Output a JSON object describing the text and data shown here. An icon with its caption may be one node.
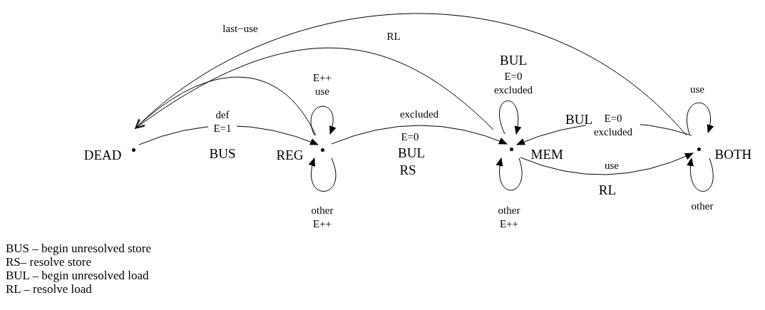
{
  "diagram": {
    "nodes": [
      {
        "text": [
          "DEAD"
        ]
      },
      {
        "text": [
          "REG"
        ]
      },
      {
        "text": [
          "MEM"
        ]
      },
      {
        "text": [
          "BOTH"
        ]
      }
    ],
    "edges": [
      {
        "from": 0,
        "to": 1,
        "arrow": "to",
        "label": "def E=1"
      },
      {
        "from": 1,
        "to": 1,
        "arrow": "to",
        "label": "E++ use"
      },
      {
        "from": 1,
        "to": 1,
        "arrow": "to",
        "label": "other E++"
      },
      {
        "from": 1,
        "to": 0,
        "arrow": "to"
      },
      {
        "from": 1,
        "to": 2,
        "arrow": "to",
        "label": "excluded"
      },
      {
        "from": 2,
        "to": 2,
        "arrow": "to",
        "label": "E=0 excluded"
      },
      {
        "from": 2,
        "to": 2,
        "arrow": "to",
        "label": "other E++"
      },
      {
        "from": 3,
        "to": 2,
        "arrow": "to",
        "label": "E=0 excluded"
      },
      {
        "from": 2,
        "to": 3,
        "arrow": "to",
        "label": "use"
      },
      {
        "from": 3,
        "to": 3,
        "arrow": "to",
        "label": "use"
      },
      {
        "from": 3,
        "to": 3,
        "arrow": "to",
        "label": "other"
      },
      {
        "from": 2,
        "to": 0,
        "arrow": "to",
        "label": "RL"
      },
      {
        "from": 3,
        "to": 0,
        "arrow": "to",
        "label": "last−use"
      }
    ],
    "labels": [
      "BUL",
      "BUL",
      "E=0",
      "BUS",
      "BUL",
      "RS",
      "RL",
      "BUS – begin unresolved store",
      "RS– resolve store",
      "BUL – begin unresolved load",
      "RL – resolve load"
    ]
  }
}
